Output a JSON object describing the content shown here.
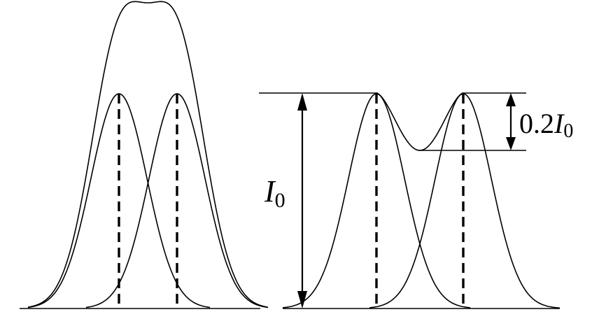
{
  "labels": {
    "full_intensity": "I",
    "full_intensity_sub": "0",
    "dip_prefix": "0.2",
    "dip_symbol": "I",
    "dip_sub": "0"
  },
  "panels": {
    "left": {
      "peak_relative": 1.0,
      "combined_peak_relative": 1.42,
      "separation_description": "unresolved"
    },
    "right": {
      "peak_relative": 1.0,
      "dip_relative": 0.8
    }
  }
}
